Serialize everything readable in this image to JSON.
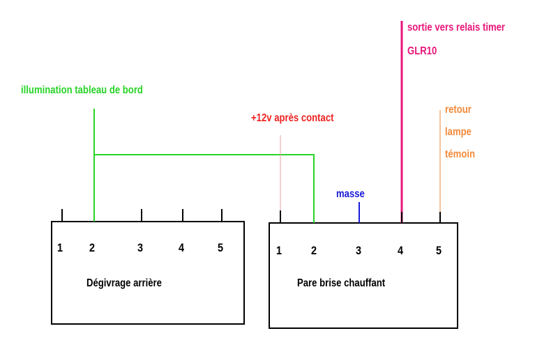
{
  "colors": {
    "green": "#28d428",
    "red": "#ee2222",
    "magenta": "#e8157a",
    "orange": "#f28a3a",
    "blue": "#1a1ad8",
    "black": "#000000",
    "pink_wire": "#e8a0a0"
  },
  "labels": {
    "illumination": "illumination tableau de bord",
    "plus12v": "+12v après contact",
    "masse": "masse",
    "sortie_line1": "sortie vers relais timer",
    "sortie_line2": "GLR10",
    "retour_line1": "retour",
    "retour_line2": "lampe",
    "retour_line3": "témoin"
  },
  "left_box": {
    "title": "Dégivrage arrière",
    "pins": [
      "1",
      "2",
      "3",
      "4",
      "5"
    ]
  },
  "right_box": {
    "title": "Pare brise chauffant",
    "pins": [
      "1",
      "2",
      "3",
      "4",
      "5"
    ]
  }
}
